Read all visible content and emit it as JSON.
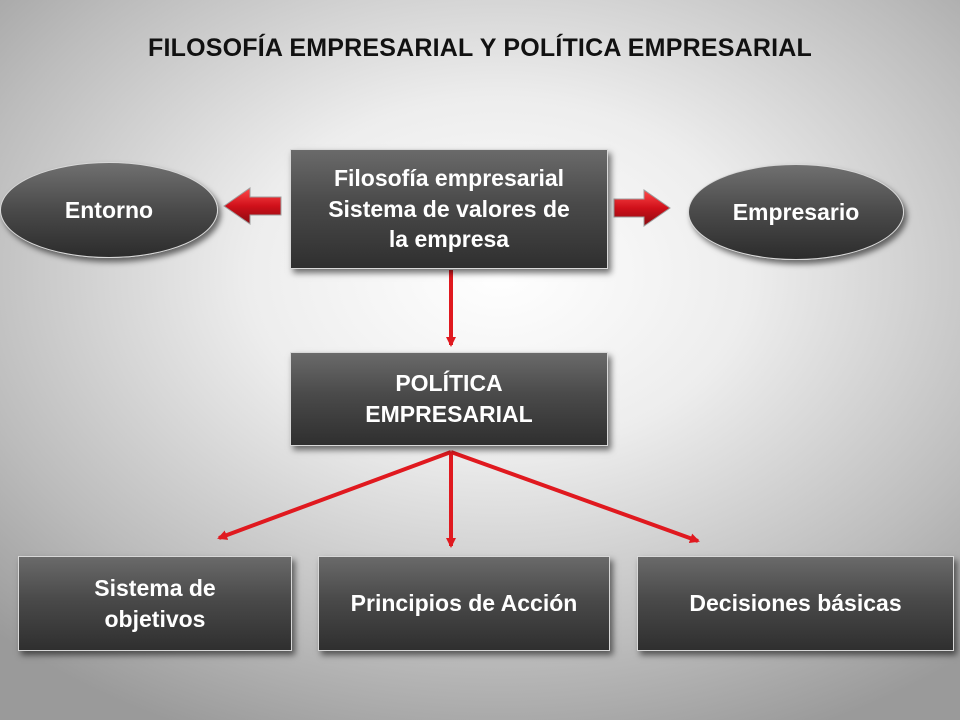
{
  "title": "FILOSOFÍA EMPRESARIAL Y POLÍTICA EMPRESARIAL",
  "nodes": {
    "filosofia": {
      "lines": [
        "Filosofía empresarial",
        "Sistema de valores de",
        "la empresa"
      ]
    },
    "entorno": {
      "label": "Entorno"
    },
    "empresario": {
      "label": "Empresario"
    },
    "politica": {
      "lines": [
        "POLÍTICA",
        "EMPRESARIAL"
      ]
    },
    "objetivos": {
      "lines": [
        "Sistema de",
        "objetivos"
      ]
    },
    "principios": {
      "label": "Principios de Acción"
    },
    "decisiones": {
      "label": "Decisiones básicas"
    }
  },
  "colors": {
    "arrow": "#e0191f",
    "node": "#454545",
    "node_text": "#ffffff",
    "title_text": "#111111"
  }
}
